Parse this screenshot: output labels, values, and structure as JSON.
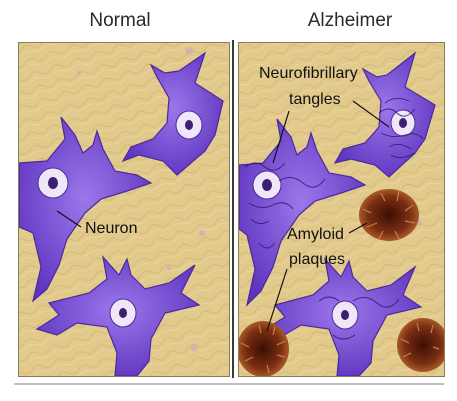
{
  "titles": {
    "left": "Normal",
    "right": "Alzheimer"
  },
  "labels": {
    "neuron": "Neuron",
    "tangles_line1": "Neurofibrillary",
    "tangles_line2": "tangles",
    "plaques_line1": "Amyloid",
    "plaques_line2": "plaques"
  },
  "colors": {
    "tissue_background": "#e2c98c",
    "neuron_fill": "#7b4fd6",
    "neuron_outline": "#4a2a9c",
    "nucleus": "#efe6f8",
    "nucleolus": "#3d1f6e",
    "plaque": "#6e2a14",
    "divider": "#3a3a3a"
  },
  "icons": {
    "neuron": "neuron-cell-icon",
    "plaque": "amyloid-plaque-icon",
    "tangle": "neurofibrillary-tangle-icon"
  }
}
